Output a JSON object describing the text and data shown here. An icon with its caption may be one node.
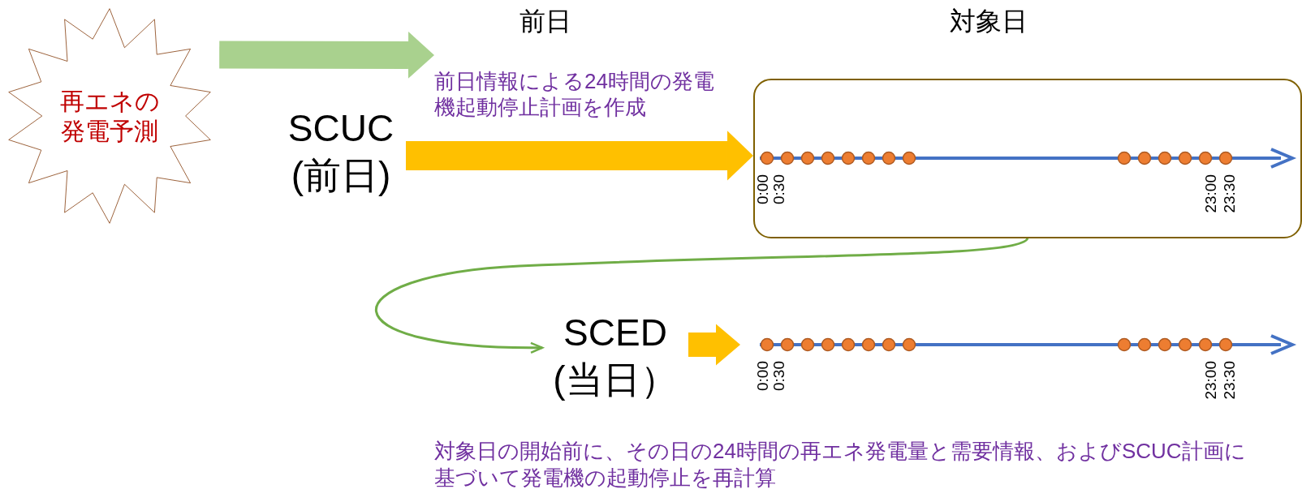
{
  "diagram": {
    "nodes": [
      {
        "text": [
          "再エネの発電予測"
        ]
      },
      {
        "text": [
          "前日情報による24時間の発電機起動停止計画を作成"
        ]
      },
      {
        "text": [
          "SCUC (前日)"
        ]
      },
      {
        "text": [],
        "shape": "box"
      },
      {
        "text": [
          "SCED (当日）"
        ]
      },
      {
        "text": [],
        "shape": "bar"
      }
    ],
    "edges": [
      {
        "from": 0,
        "to": 1,
        "arrow": "to",
        "color": "#a9d18e"
      },
      {
        "from": 2,
        "to": 3,
        "arrow": "to"
      },
      {
        "from": 3,
        "to": 4,
        "arrow": "to",
        "color": "#70ad47"
      },
      {
        "from": 4,
        "to": 5,
        "arrow": "to"
      }
    ],
    "labels": [
      "前日",
      "対象日",
      "0:00",
      "0:30",
      "23:00",
      "23:30",
      "0:00",
      "0:30",
      "23:00",
      "23:30",
      "対象日の開始前に、その日の24時間の再エネ発電量と需要情報、およびSCUC計画に基づいて発電機の起動停止を再計算"
    ]
  }
}
